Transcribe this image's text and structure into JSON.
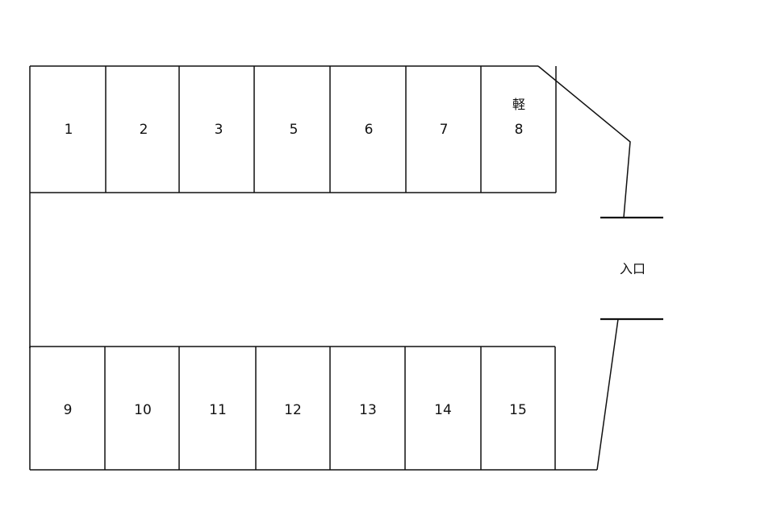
{
  "top_row": [
    {
      "number": "1",
      "tag": ""
    },
    {
      "number": "2",
      "tag": ""
    },
    {
      "number": "3",
      "tag": ""
    },
    {
      "number": "5",
      "tag": ""
    },
    {
      "number": "6",
      "tag": ""
    },
    {
      "number": "7",
      "tag": ""
    },
    {
      "number": "8",
      "tag": "軽"
    }
  ],
  "bottom_row": [
    {
      "number": "9"
    },
    {
      "number": "10"
    },
    {
      "number": "11"
    },
    {
      "number": "12"
    },
    {
      "number": "13"
    },
    {
      "number": "14"
    },
    {
      "number": "15"
    }
  ],
  "entrance": {
    "label": "入口"
  },
  "colors": {
    "line": "#111111",
    "background": "#ffffff"
  }
}
